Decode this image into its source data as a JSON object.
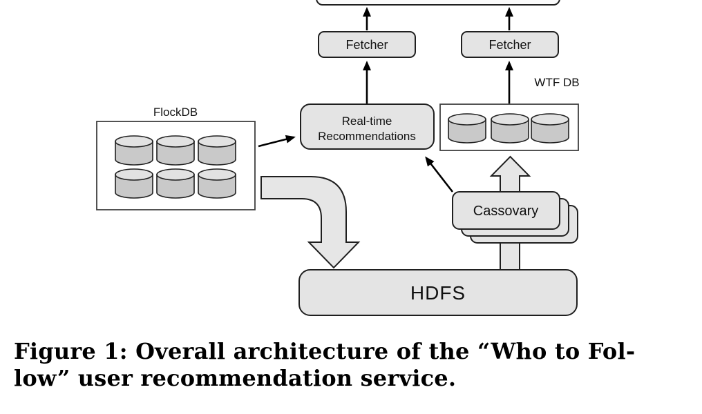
{
  "figure_caption": {
    "line1": "Figure 1: Overall architecture of the “Who to Fol-",
    "line2": "low” user recommendation service."
  },
  "diagram": {
    "labels": {
      "fetcher_left": "Fetcher",
      "fetcher_right": "Fetcher",
      "flockdb": "FlockDB",
      "wtfdb": "WTF DB",
      "realtime_line1": "Real-time",
      "realtime_line2": "Recommendations",
      "cassovary": "Cassovary",
      "hdfs": "HDFS"
    },
    "colors": {
      "box_fill": "#e4e4e4",
      "top_box_fill": "#fbfbfb",
      "box_stroke": "#1f1f1f",
      "container_stroke": "#3f3f3f",
      "cylinder_body": "#c9c9c9",
      "cylinder_top": "#e2e2e2",
      "arrow_fill": "#e6e6e6",
      "line_color": "#000000"
    }
  }
}
